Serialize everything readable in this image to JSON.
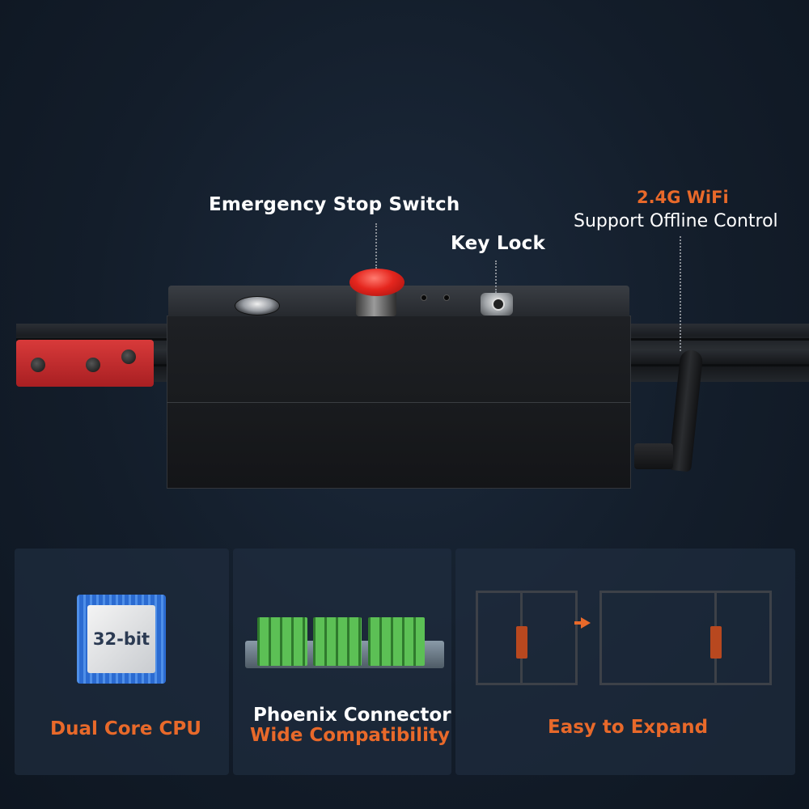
{
  "callouts": {
    "estop": "Emergency Stop Switch",
    "keylock": "Key Lock",
    "wifi_title": "2.4G WiFi",
    "wifi_sub": "Support Offline Control"
  },
  "features": [
    {
      "chip_label": "32-bit",
      "title": "Dual Core CPU"
    },
    {
      "title_line1": "Phoenix Connector",
      "title_line2": "Wide Compatibility"
    },
    {
      "title": "Easy to Expand"
    }
  ],
  "colors": {
    "accent": "#e8692a",
    "background": "#131d2a",
    "card": "#202e40"
  }
}
